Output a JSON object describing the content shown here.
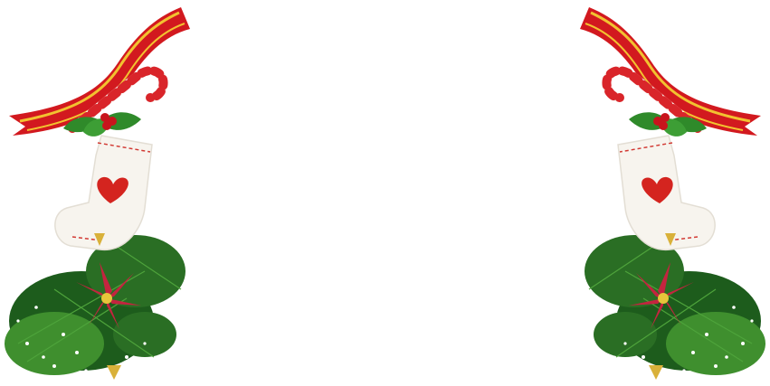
{
  "scene": {
    "background_color": "#ffffff",
    "theme": "christmas",
    "decorations": [
      {
        "name": "left-christmas-stocking-cluster",
        "side": "left",
        "elements": [
          "ribbon",
          "candy-cane",
          "holly",
          "stocking",
          "pine-branches",
          "poinsettia",
          "gold-bells"
        ]
      },
      {
        "name": "right-christmas-stocking-cluster",
        "side": "right",
        "mirrored": true,
        "elements": [
          "ribbon",
          "candy-cane",
          "holly",
          "stocking",
          "pine-branches",
          "poinsettia",
          "gold-bells"
        ]
      }
    ]
  },
  "colors": {
    "ribbon_red": "#d2191f",
    "ribbon_gold": "#f2c230",
    "candy_red": "#d9252a",
    "holly_green": "#2f8a2a",
    "holly_berry": "#c8141c",
    "stocking_white": "#f7f4ee",
    "stocking_stitch": "#d23a34",
    "heart_red": "#d4241f",
    "pine_dark": "#1d5c1c",
    "pine_light": "#3f8f2e",
    "poinsettia_red": "#c4243f",
    "poinsettia_center": "#e7c53a",
    "snow": "#ffffff",
    "gold": "#d9b13a"
  }
}
